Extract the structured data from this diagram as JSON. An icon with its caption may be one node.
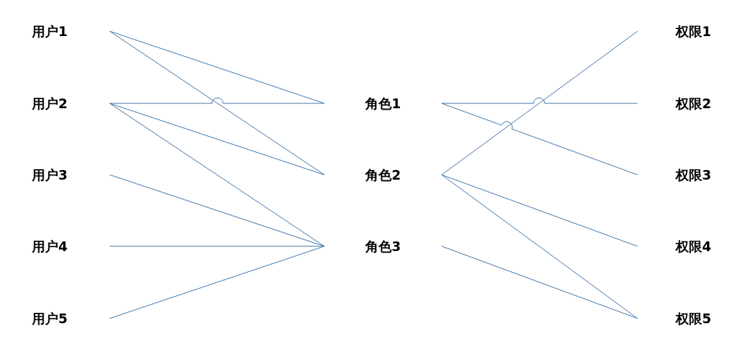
{
  "diagram": {
    "nodes": [
      {
        "text": [
          "用户1"
        ]
      },
      {
        "text": [
          "用户2"
        ]
      },
      {
        "text": [
          "用户3"
        ]
      },
      {
        "text": [
          "用户4"
        ]
      },
      {
        "text": [
          "用户5"
        ]
      },
      {
        "text": [
          "角色1"
        ]
      },
      {
        "text": [
          "角色2"
        ]
      },
      {
        "text": [
          "角色3"
        ]
      },
      {
        "text": [
          "权限1"
        ]
      },
      {
        "text": [
          "权限2"
        ]
      },
      {
        "text": [
          "权限3"
        ]
      },
      {
        "text": [
          "权限4"
        ]
      },
      {
        "text": [
          "权限5"
        ]
      }
    ],
    "edges": [
      {
        "from": 0,
        "to": 5,
        "arrow": "none"
      },
      {
        "from": 0,
        "to": 6,
        "arrow": "none"
      },
      {
        "from": 1,
        "to": 5,
        "arrow": "none"
      },
      {
        "from": 1,
        "to": 6,
        "arrow": "none"
      },
      {
        "from": 1,
        "to": 7,
        "arrow": "none"
      },
      {
        "from": 2,
        "to": 7,
        "arrow": "none"
      },
      {
        "from": 3,
        "to": 7,
        "arrow": "none"
      },
      {
        "from": 4,
        "to": 7,
        "arrow": "none"
      },
      {
        "from": 5,
        "to": 9,
        "arrow": "none"
      },
      {
        "from": 5,
        "to": 10,
        "arrow": "none"
      },
      {
        "from": 6,
        "to": 8,
        "arrow": "none"
      },
      {
        "from": 6,
        "to": 11,
        "arrow": "none"
      },
      {
        "from": 6,
        "to": 12,
        "arrow": "none"
      },
      {
        "from": 7,
        "to": 12,
        "arrow": "none"
      }
    ]
  }
}
